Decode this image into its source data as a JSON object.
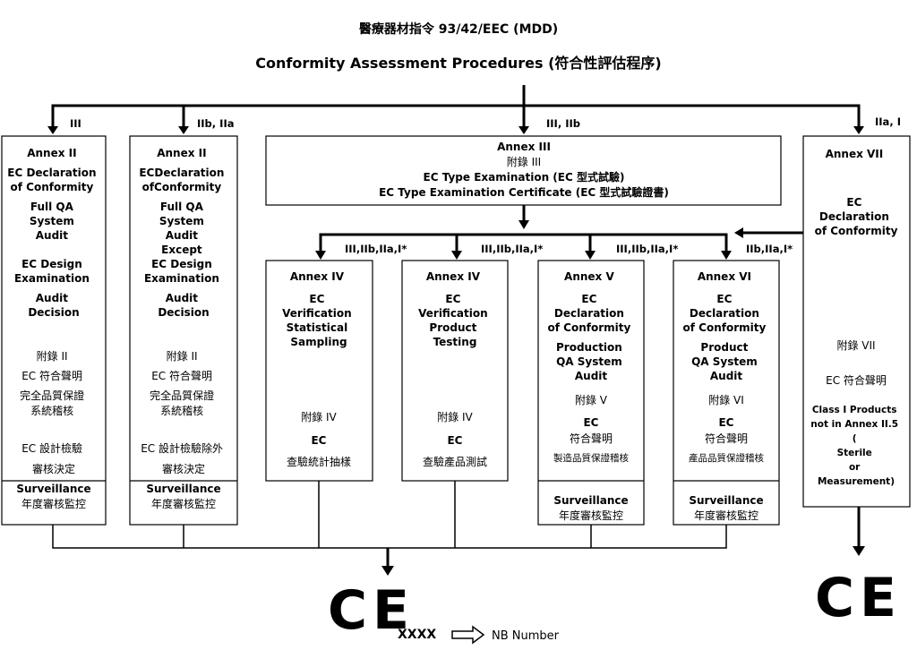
{
  "header": {
    "title": "醫療器材指令 93/42/EEC (MDD)",
    "subtitle": "Conformity Assessment Procedures (符合性評估程序)"
  },
  "branches": {
    "class_iii": "III",
    "class_iib_iia": "IIb, IIa",
    "class_iii_iib": "III, IIb",
    "class_iia_i": "IIa, I",
    "sub_1": "III,IIb,IIa,I*",
    "sub_2": "III,IIb,IIa,I*",
    "sub_3": "III,IIb,IIa,I*",
    "sub_4": "IIb,IIa,I*"
  },
  "annex2a": {
    "title": "Annex II",
    "lines": [
      "EC Declaration",
      "of Conformity",
      "Full QA",
      "System",
      "Audit",
      "EC Design",
      "Examination",
      "Audit",
      "Decision"
    ],
    "cjk": [
      "附錄 II",
      "EC 符合聲明",
      "完全品質保證",
      "系統稽核",
      "EC 設計檢驗",
      "審核決定"
    ],
    "surv": "Surveillance",
    "surv_cjk": "年度審核監控"
  },
  "annex2b": {
    "title": "Annex II",
    "lines": [
      "ECDeclaration",
      "ofConformity",
      "Full QA",
      "System",
      "Audit",
      "Except",
      "EC Design",
      "Examination",
      "Audit",
      "Decision"
    ],
    "cjk": [
      "附錄 II",
      "EC 符合聲明",
      "完全品質保證",
      "系統稽核",
      "EC 設計檢驗除外",
      "審核決定"
    ],
    "surv": "Surveillance",
    "surv_cjk": "年度審核監控"
  },
  "annex3": {
    "title": "Annex III",
    "cjk_title": "附錄 III",
    "line1": "EC Type Examination (EC 型式試驗)",
    "line2": "EC Type Examination Certificate (EC 型式試驗證書)"
  },
  "annex4a": {
    "title": "Annex IV",
    "lines": [
      "EC",
      "Verification",
      "Statistical",
      "Sampling"
    ],
    "cjk": [
      "附錄 IV",
      "EC",
      "查驗統計抽樣"
    ]
  },
  "annex4b": {
    "title": "Annex IV",
    "lines": [
      "EC",
      "Verification",
      "Product",
      "Testing"
    ],
    "cjk": [
      "附錄 IV",
      "EC",
      "查驗產品測試"
    ]
  },
  "annex5": {
    "title": "Annex V",
    "lines": [
      "EC",
      "Declaration",
      "of Conformity",
      "Production",
      "QA System",
      "Audit"
    ],
    "cjk": [
      "附錄 V",
      "EC",
      "符合聲明",
      "製造品質保證稽核"
    ],
    "surv": "Surveillance",
    "surv_cjk": "年度審核監控"
  },
  "annex6": {
    "title": "Annex VI",
    "lines": [
      "EC",
      "Declaration",
      "of Conformity",
      "Product",
      "QA System",
      "Audit"
    ],
    "cjk": [
      "附錄 VI",
      "EC",
      "符合聲明",
      "產品品質保證稽核"
    ],
    "surv": "Surveillance",
    "surv_cjk": "年度審核監控"
  },
  "annex7": {
    "title": "Annex VII",
    "lines": [
      "EC",
      "Declaration",
      "of Conformity"
    ],
    "cjk": [
      "附錄 VII",
      "EC 符合聲明"
    ],
    "note": [
      "Class I Products",
      "not in Annex II.5",
      "(",
      "Sterile",
      "or",
      "Measurement)"
    ]
  },
  "marks": {
    "ce_main": "CE",
    "ce_side": "CE",
    "nb_code": "XXXX",
    "nb_label": "NB Number"
  },
  "icons": [
    "arrow-down-icon",
    "arrow-left-icon",
    "hollow-arrow-right-icon",
    "ce-mark-icon"
  ]
}
